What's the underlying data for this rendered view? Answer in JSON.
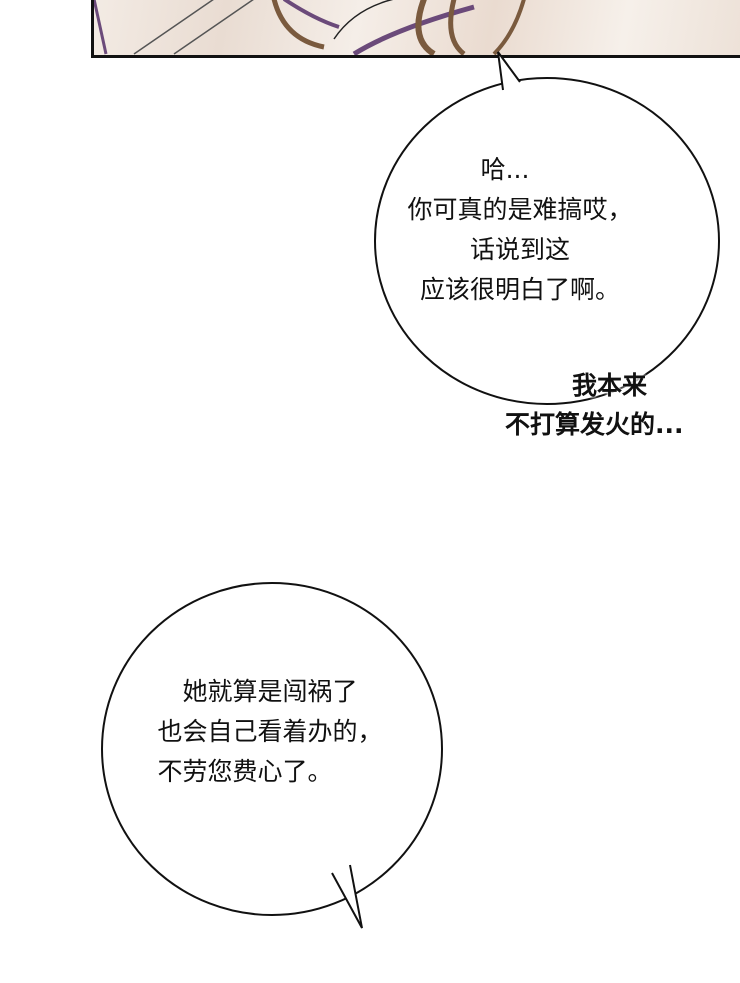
{
  "panel": {
    "description_colors": {
      "hair": "#7a5a3e",
      "stripe": "#6b4a7a",
      "border": "#111111"
    }
  },
  "bubble1": {
    "lines": [
      "哈...",
      "你可真的是难搞哎，",
      "话说到这",
      "应该很明白了啊。"
    ]
  },
  "aside": {
    "lines": [
      "我本来",
      "不打算发火的..."
    ]
  },
  "bubble2": {
    "lines": [
      "她就算是闯祸了",
      "也会自己看着办的，",
      "不劳您费心了。"
    ]
  }
}
